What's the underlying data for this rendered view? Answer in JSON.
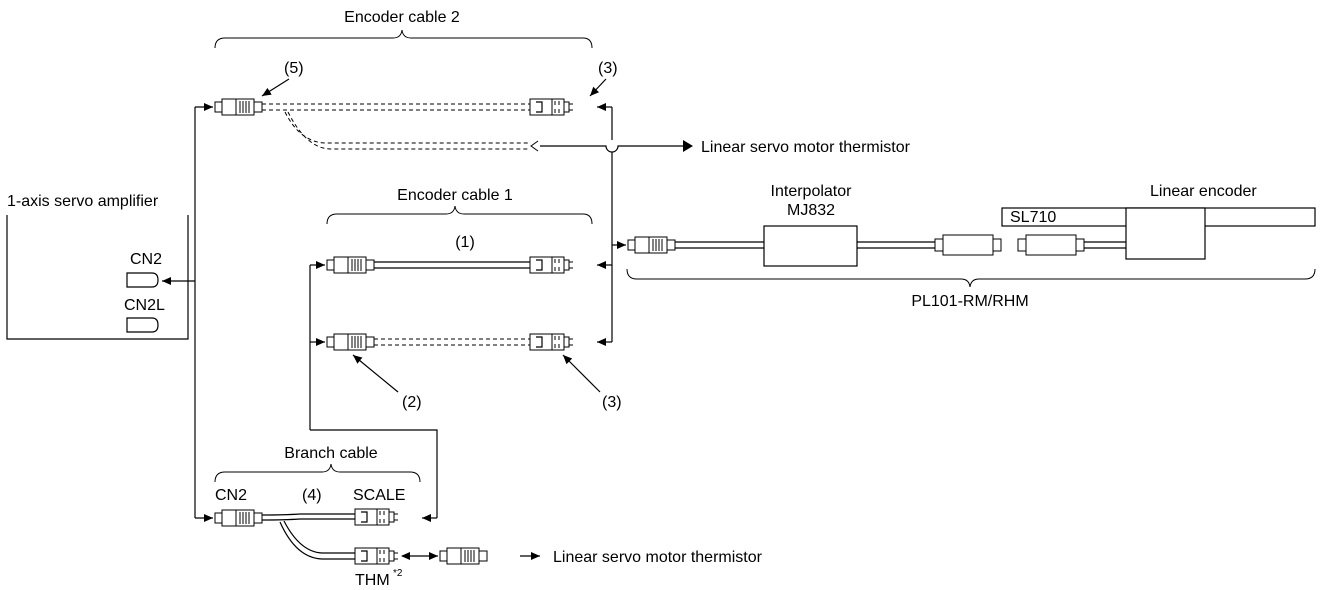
{
  "labels": {
    "encoder_cable_2": "Encoder cable 2",
    "encoder_cable_1": "Encoder cable 1",
    "branch_cable": "Branch cable",
    "amplifier": "1-axis servo amplifier",
    "cn2": "CN2",
    "cn2l": "CN2L",
    "ref_1": "(1)",
    "ref_2": "(2)",
    "ref_3a": "(3)",
    "ref_3b": "(3)",
    "ref_4": "(4)",
    "ref_5": "(5)",
    "thermistor_top": "Linear servo motor thermistor",
    "thermistor_bottom": "Linear servo motor thermistor",
    "interpolator_title": "Interpolator",
    "interpolator_model": "MJ832",
    "linear_encoder_title": "Linear encoder",
    "linear_encoder_model": "SL710",
    "pl101": "PL101-RM/RHM",
    "branch_cn2": "CN2",
    "branch_scale": "SCALE",
    "thm": "THM",
    "thm_note": "*2"
  }
}
